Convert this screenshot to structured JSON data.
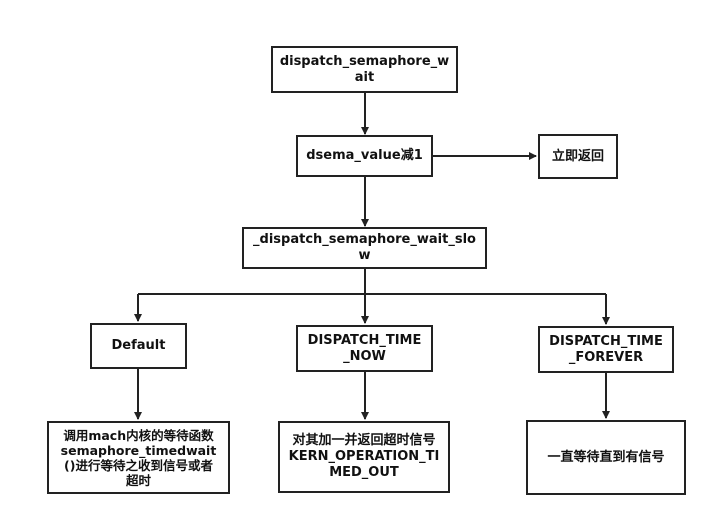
{
  "nodes": {
    "wait": "dispatch_semaphore_w\nait",
    "decrement": "dsema_value减1",
    "return_now": "立即返回",
    "wait_slow": "_dispatch_semaphore_wait_slo\nw",
    "default": "Default",
    "time_now": "DISPATCH_TIME\n_NOW",
    "time_forever": "DISPATCH_TIME\n_FOREVER",
    "mach_wait": "调用mach内核的等待函数\nsemaphore_timedwait\n()进行等待之收到信号或者\n超时",
    "timed_out": "对其加一并返回超时信号\nKERN_OPERATION_TI\nMED_OUT",
    "wait_forever": "一直等待直到有信号"
  },
  "colors": {
    "line": "#222222",
    "text": "#111111"
  }
}
